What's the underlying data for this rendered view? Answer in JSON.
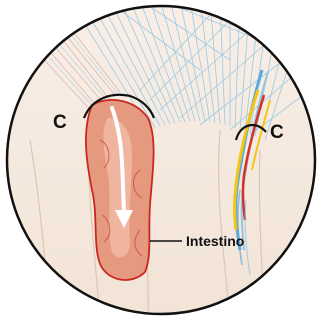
{
  "labels": {
    "c_left": "C",
    "c_right": "C",
    "intestine": "Intestino"
  },
  "colors": {
    "background": "#f5e9df",
    "tissue_fold": "#ead8ca",
    "fascia_blue": "#8fc6e6",
    "intestine_fill": "#e59a7f",
    "intestine_edge": "#c8281e",
    "intestine_highlight": "#f2bea8",
    "vessel_yellow": "#f3c613",
    "vessel_red": "#d2322a",
    "vessel_blue": "#5aa8de",
    "outline": "#111111"
  }
}
